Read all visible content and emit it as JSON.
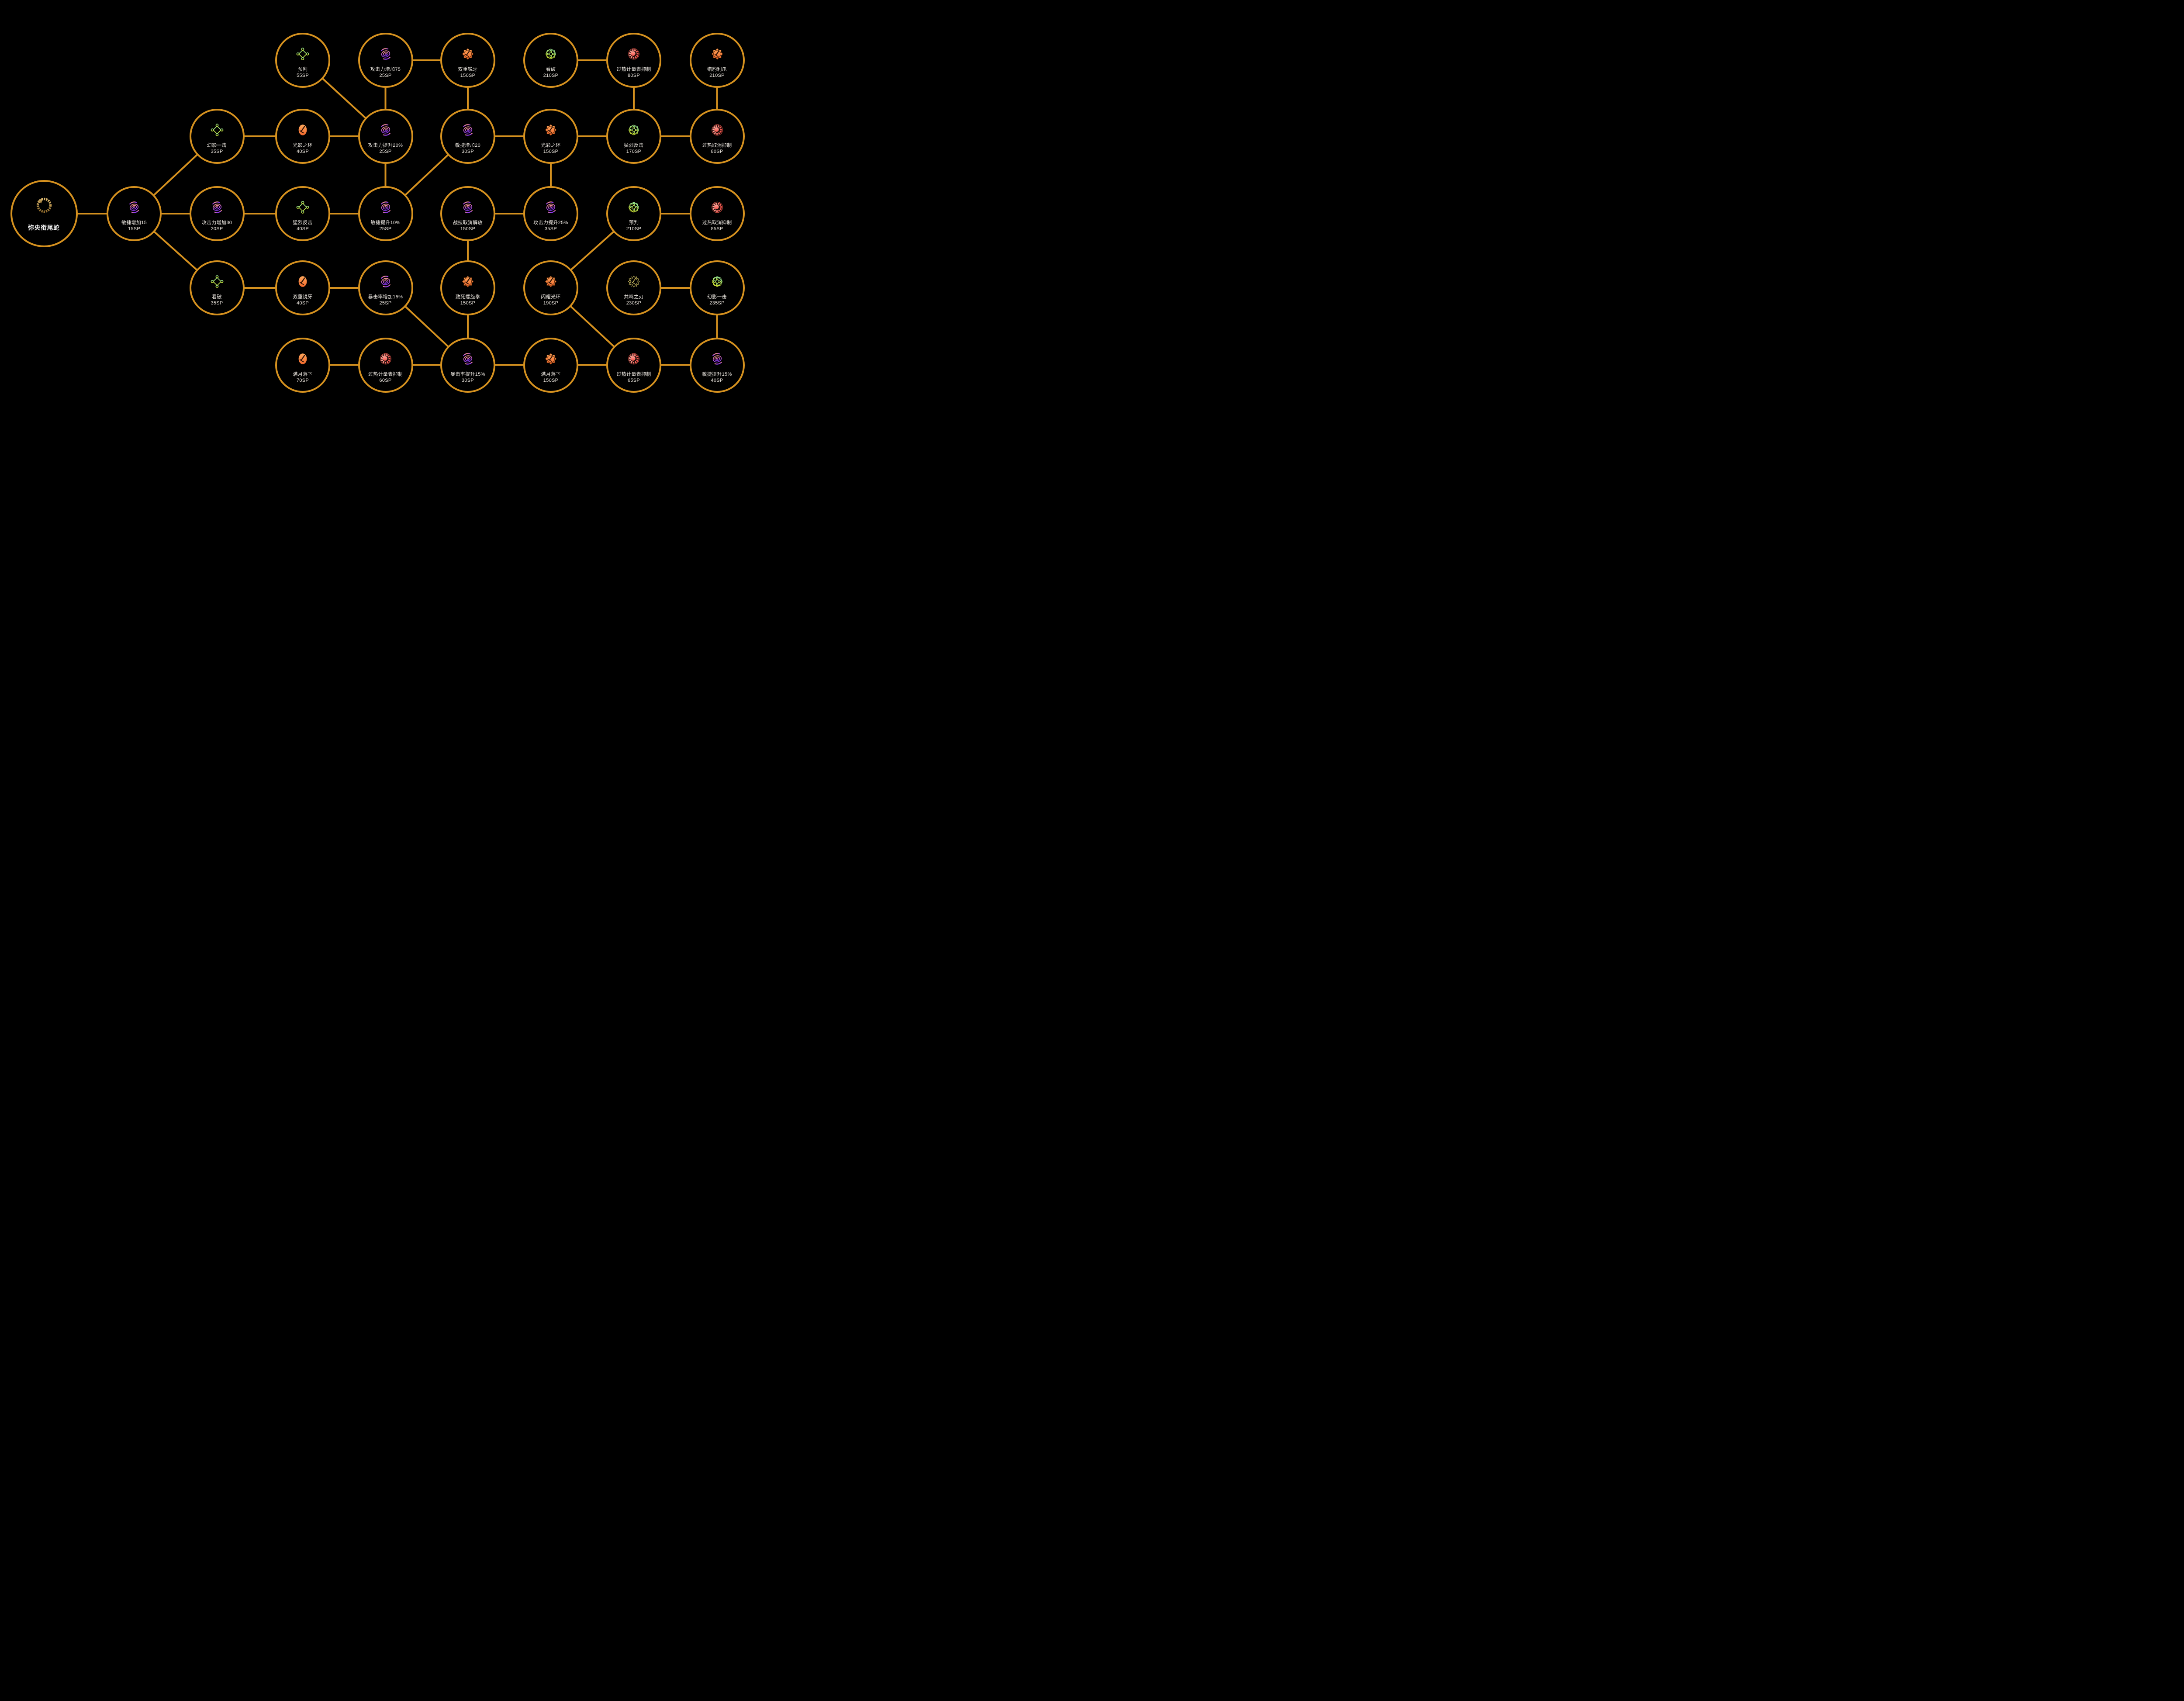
{
  "page": {
    "background": "#000000",
    "accent": "#D5911F",
    "text_color": "#F2EDE6",
    "icon_colors": {
      "green_gradient": [
        "#97E690",
        "#C8DF33"
      ],
      "purple_gradient": [
        "#F2918C",
        "#C05BD8",
        "#8833F0"
      ],
      "orange_gradient": [
        "#FFA85C",
        "#F0672B"
      ],
      "red_gradient": [
        "#FFA79B",
        "#F4524A"
      ],
      "gold_gradient": [
        "#E0BC72",
        "#8F6B2D"
      ],
      "outline_gold": "#D8C765"
    }
  },
  "root": {
    "id": "root",
    "title": "弥央衔尾蛇",
    "icon": "ouroboros",
    "col": 0,
    "row": 2
  },
  "nodes": [
    {
      "id": "yupan55",
      "name": "预判",
      "sp": "55SP",
      "icon": "diamond-net",
      "col": 3,
      "row": 0
    },
    {
      "id": "atk75",
      "name": "攻击力增加75",
      "sp": "25SP",
      "icon": "spiral-eye",
      "col": 4,
      "row": 0
    },
    {
      "id": "srya150",
      "name": "双重锐牙",
      "sp": "150SP",
      "icon": "badge-sword",
      "col": 5,
      "row": 0
    },
    {
      "id": "kanpo210",
      "name": "看破",
      "sp": "210SP",
      "icon": "octa-net",
      "col": 6,
      "row": 0
    },
    {
      "id": "grjl80",
      "name": "过热计量表抑制",
      "sp": "80SP",
      "icon": "gauge",
      "col": 7,
      "row": 0
    },
    {
      "id": "lblz210",
      "name": "猎豹利爪",
      "sp": "210SP",
      "icon": "badge-sword",
      "col": 8,
      "row": 0
    },
    {
      "id": "hyyj35",
      "name": "幻影一击",
      "sp": "35SP",
      "icon": "diamond-net",
      "col": 2,
      "row": 1
    },
    {
      "id": "gyzh40",
      "name": "光影之环",
      "sp": "40SP",
      "icon": "circle-sword",
      "col": 3,
      "row": 1
    },
    {
      "id": "atk20p",
      "name": "攻击力提升20%",
      "sp": "25SP",
      "icon": "spiral-eye",
      "col": 4,
      "row": 1
    },
    {
      "id": "mj20",
      "name": "敏捷增加20",
      "sp": "30SP",
      "icon": "spiral-eye",
      "col": 5,
      "row": 1
    },
    {
      "id": "gczh150",
      "name": "光彩之环",
      "sp": "150SP",
      "icon": "badge-sword",
      "col": 6,
      "row": 1
    },
    {
      "id": "mlfj170",
      "name": "猛烈反击",
      "sp": "170SP",
      "icon": "octa-net",
      "col": 7,
      "row": 1
    },
    {
      "id": "grqx80",
      "name": "过热取消抑制",
      "sp": "80SP",
      "icon": "gauge",
      "col": 8,
      "row": 1
    },
    {
      "id": "mj15",
      "name": "敏捷增加15",
      "sp": "15SP",
      "icon": "spiral-eye",
      "col": 1,
      "row": 2
    },
    {
      "id": "atk30",
      "name": "攻击力增加30",
      "sp": "20SP",
      "icon": "spiral-eye",
      "col": 2,
      "row": 2
    },
    {
      "id": "mlfj40",
      "name": "猛烈反击",
      "sp": "40SP",
      "icon": "diamond-net",
      "col": 3,
      "row": 2
    },
    {
      "id": "mj10p",
      "name": "敏捷提升10%",
      "sp": "25SP",
      "icon": "spiral-eye",
      "col": 4,
      "row": 2
    },
    {
      "id": "zjqx150",
      "name": "战技取消解放",
      "sp": "150SP",
      "icon": "spiral-eye",
      "col": 5,
      "row": 2
    },
    {
      "id": "atk25p",
      "name": "攻击力提升25%",
      "sp": "35SP",
      "icon": "spiral-eye",
      "col": 6,
      "row": 2
    },
    {
      "id": "yupan210",
      "name": "预判",
      "sp": "210SP",
      "icon": "octa-net",
      "col": 7,
      "row": 2
    },
    {
      "id": "grqx85",
      "name": "过热取消抑制",
      "sp": "85SP",
      "icon": "gauge",
      "col": 8,
      "row": 2
    },
    {
      "id": "kanpo35",
      "name": "看破",
      "sp": "35SP",
      "icon": "diamond-net",
      "col": 2,
      "row": 3
    },
    {
      "id": "srya40",
      "name": "双重锐牙",
      "sp": "40SP",
      "icon": "circle-sword",
      "col": 3,
      "row": 3
    },
    {
      "id": "bjl15",
      "name": "暴击率增加15%",
      "sp": "25SP",
      "icon": "spiral-eye",
      "col": 4,
      "row": 3
    },
    {
      "id": "zslx150",
      "name": "致死螺旋拳",
      "sp": "150SP",
      "icon": "badge-sword",
      "col": 5,
      "row": 3
    },
    {
      "id": "sygh190",
      "name": "闪耀光环",
      "sp": "190SP",
      "icon": "badge-sword",
      "col": 6,
      "row": 3
    },
    {
      "id": "gmzr230",
      "name": "共鸣之刃",
      "sp": "230SP",
      "icon": "badge-sword-outline",
      "col": 7,
      "row": 3
    },
    {
      "id": "hyyj235",
      "name": "幻影一击",
      "sp": "235SP",
      "icon": "octa-net",
      "col": 8,
      "row": 3
    },
    {
      "id": "myld70",
      "name": "满月落下",
      "sp": "70SP",
      "icon": "circle-sword",
      "col": 3,
      "row": 4
    },
    {
      "id": "grjl60",
      "name": "过热计量表抑制",
      "sp": "60SP",
      "icon": "gauge",
      "col": 4,
      "row": 4
    },
    {
      "id": "bjls15",
      "name": "暴击率提升15%",
      "sp": "30SP",
      "icon": "spiral-eye",
      "col": 5,
      "row": 4
    },
    {
      "id": "myld150",
      "name": "满月落下",
      "sp": "150SP",
      "icon": "badge-sword",
      "col": 6,
      "row": 4
    },
    {
      "id": "grjl65",
      "name": "过热计量表抑制",
      "sp": "65SP",
      "icon": "gauge",
      "col": 7,
      "row": 4
    },
    {
      "id": "mjts15",
      "name": "敏捷提升15%",
      "sp": "40SP",
      "icon": "spiral-eye",
      "col": 8,
      "row": 4
    }
  ],
  "edges": [
    [
      "root",
      "mj15"
    ],
    [
      "mj15",
      "hyyj35"
    ],
    [
      "mj15",
      "atk30"
    ],
    [
      "mj15",
      "kanpo35"
    ],
    [
      "hyyj35",
      "gyzh40"
    ],
    [
      "gyzh40",
      "atk20p"
    ],
    [
      "atk30",
      "mlfj40"
    ],
    [
      "mlfj40",
      "mj10p"
    ],
    [
      "kanpo35",
      "srya40"
    ],
    [
      "srya40",
      "bjl15"
    ],
    [
      "yupan55",
      "atk20p"
    ],
    [
      "atk75",
      "srya150"
    ],
    [
      "atk75",
      "atk20p"
    ],
    [
      "srya150",
      "mj20"
    ],
    [
      "atk20p",
      "mj10p"
    ],
    [
      "mj10p",
      "mj20"
    ],
    [
      "mj20",
      "gczh150"
    ],
    [
      "gczh150",
      "mlfj170"
    ],
    [
      "mlfj170",
      "grqx80"
    ],
    [
      "kanpo210",
      "grjl80"
    ],
    [
      "grjl80",
      "mlfj170"
    ],
    [
      "lblz210",
      "grqx80"
    ],
    [
      "gczh150",
      "atk25p"
    ],
    [
      "zjqx150",
      "atk25p"
    ],
    [
      "zjqx150",
      "zslx150"
    ],
    [
      "yupan210",
      "grqx85"
    ],
    [
      "yupan210",
      "sygh190"
    ],
    [
      "sygh190",
      "grjl65"
    ],
    [
      "bjl15",
      "bjls15"
    ],
    [
      "zslx150",
      "bjls15"
    ],
    [
      "gmzr230",
      "hyyj235"
    ],
    [
      "hyyj235",
      "mjts15"
    ],
    [
      "myld70",
      "grjl60"
    ],
    [
      "grjl60",
      "bjls15"
    ],
    [
      "bjls15",
      "myld150"
    ],
    [
      "myld150",
      "grjl65"
    ],
    [
      "grjl65",
      "mjts15"
    ]
  ]
}
